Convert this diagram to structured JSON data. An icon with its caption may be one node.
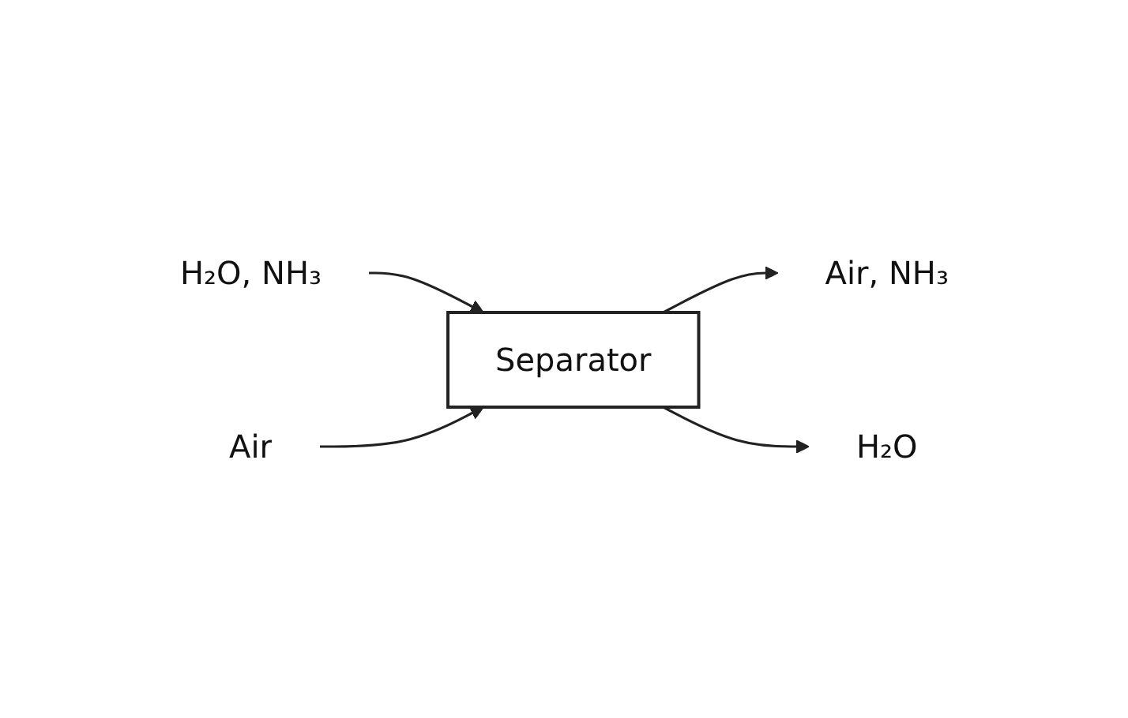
{
  "diagram": {
    "nodes": [
      {
        "text": [
          "H₂O, NH₃"
        ]
      },
      {
        "text": [
          "Separator"
        ]
      },
      {
        "text": [
          "Air, NH₃"
        ]
      },
      {
        "text": [
          "H₂O"
        ]
      },
      {
        "text": [
          "Air"
        ]
      }
    ],
    "edges": [
      {
        "from": 0,
        "to": 1,
        "arrow": "to"
      },
      {
        "from": 1,
        "to": 2,
        "arrow": "to"
      },
      {
        "from": 1,
        "to": 3,
        "arrow": "to"
      },
      {
        "from": 4,
        "to": 1,
        "arrow": "to"
      }
    ]
  }
}
